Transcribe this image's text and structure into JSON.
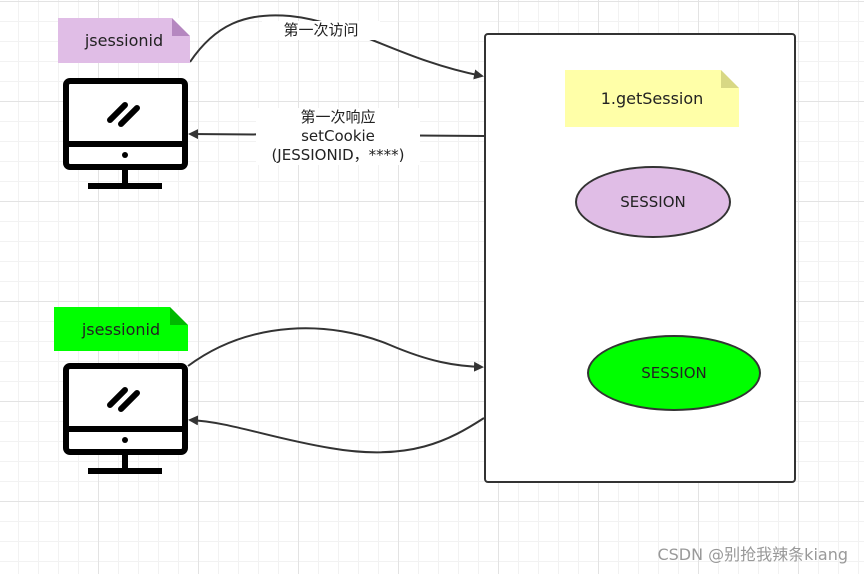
{
  "client1": {
    "cookie_note": "jsessionid",
    "note_color": "#e0bde6"
  },
  "client2": {
    "cookie_note": "jsessionid",
    "note_color": "#00ff00"
  },
  "server": {
    "note": "1.getSession",
    "session1": "SESSION",
    "session2": "SESSION"
  },
  "arrows": {
    "first_request": "第一次访问",
    "first_response_line1": "第一次响应",
    "first_response_line2": "setCookie",
    "first_response_line3": "(JESSIONID，****)"
  },
  "watermark": "CSDN @别抢我辣条kiang",
  "icons": [
    "monitor-icon"
  ]
}
